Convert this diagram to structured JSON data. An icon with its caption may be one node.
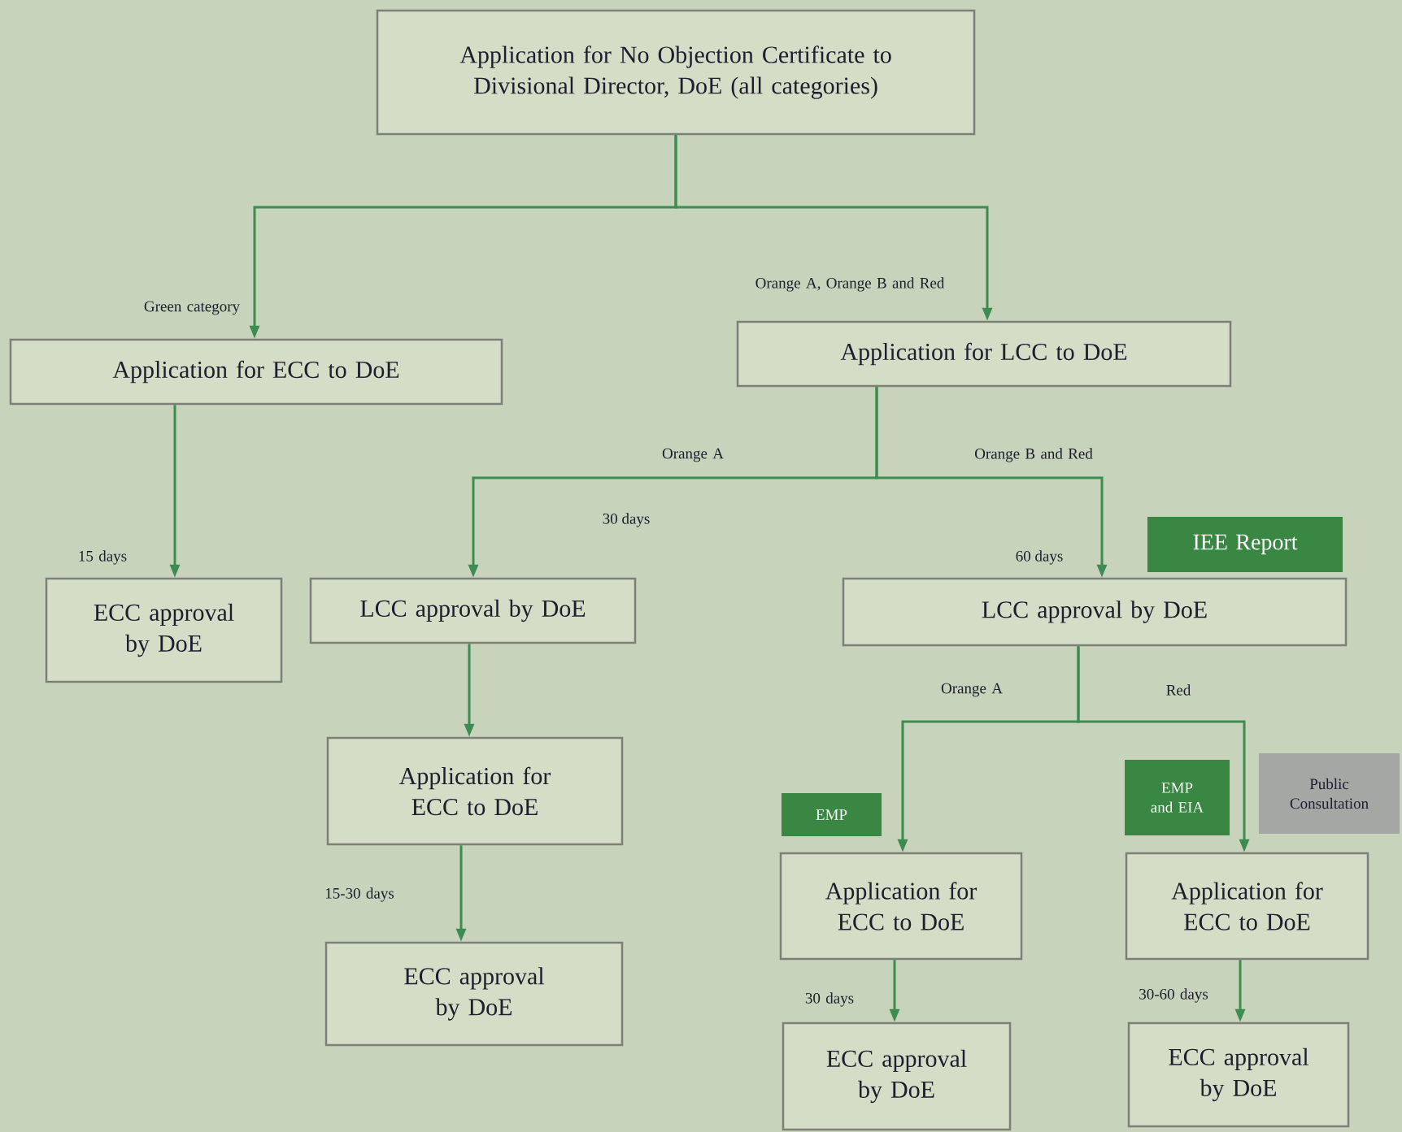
{
  "diagram": {
    "nodes": [
      {
        "text": [
          "Application for No Objection Certificate to Divisional Director, DoE (all categories)"
        ]
      },
      {
        "text": [
          "Application for ECC to DoE"
        ]
      },
      {
        "text": [
          "Application for LCC to DoE"
        ]
      },
      {
        "text": [
          "IEE Report"
        ]
      },
      {
        "text": [
          "ECC approval by DoE"
        ]
      },
      {
        "text": [
          "LCC approval by DoE"
        ],
        "beside": [
          "30 days"
        ]
      },
      {
        "text": [
          "LCC approval by DoE"
        ],
        "beside": [
          "60 days"
        ]
      },
      {
        "text": [
          "Application for ECC to DoE"
        ]
      },
      {
        "text": [
          "EMP and EIA"
        ]
      },
      {
        "text": [
          "Public Consultation"
        ]
      },
      {
        "text": [
          "EMP"
        ]
      },
      {
        "text": [
          "Application for ECC to DoE"
        ]
      },
      {
        "text": [
          "Application for ECC to DoE"
        ]
      },
      {
        "text": [
          "ECC approval by DoE"
        ]
      },
      {
        "text": [
          "ECC approval by DoE"
        ]
      },
      {
        "text": [
          "ECC approval by DoE"
        ]
      }
    ],
    "edges": [
      {
        "from": 0,
        "to": 1,
        "arrow": "to",
        "label": "Green category"
      },
      {
        "from": 0,
        "to": 2,
        "arrow": "to",
        "label": "Orange A, Orange B and Red"
      },
      {
        "from": 1,
        "to": 4,
        "arrow": "to",
        "label": "15 days"
      },
      {
        "from": 2,
        "to": 5,
        "arrow": "to",
        "label": "Orange A"
      },
      {
        "from": 2,
        "to": 6,
        "arrow": "to",
        "label": "Orange B and Red"
      },
      {
        "from": 5,
        "to": 7,
        "arrow": "to"
      },
      {
        "from": 7,
        "to": 13,
        "arrow": "to",
        "label": "15-30 days"
      },
      {
        "from": 6,
        "to": 11,
        "arrow": "to",
        "label": "Orange A"
      },
      {
        "from": 6,
        "to": 12,
        "arrow": "to",
        "label": "Red"
      },
      {
        "from": 11,
        "to": 14,
        "arrow": "to",
        "label": "30 days"
      },
      {
        "from": 12,
        "to": 15,
        "arrow": "to",
        "label": "30-60 days"
      }
    ]
  }
}
